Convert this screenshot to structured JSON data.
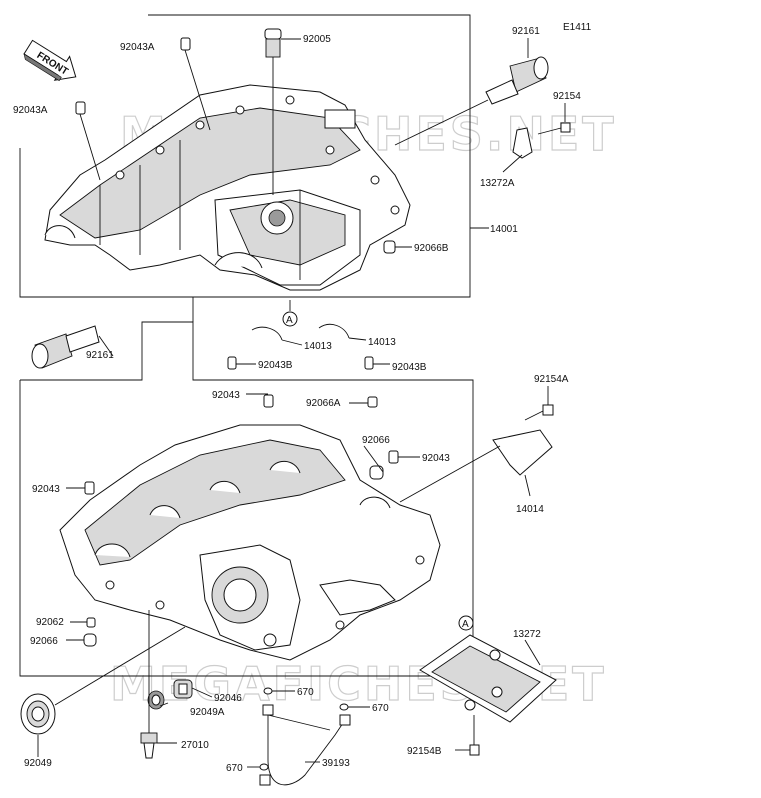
{
  "diagram_code": "E1411",
  "front_label": "FRONT",
  "callout_ref": "A",
  "watermark": "MEGAFICHES.NET",
  "labels": {
    "p92161_top": "92161",
    "p92005": "92005",
    "p92043A_1": "92043A",
    "p92043A_2": "92043A",
    "p92154": "92154",
    "p13272A": "13272A",
    "p14001": "14001",
    "p92066B": "92066B",
    "p14013_1": "14013",
    "p14013_2": "14013",
    "p92043B_1": "92043B",
    "p92043B_2": "92043B",
    "p92161_left": "92161",
    "p92043_1": "92043",
    "p92066A": "92066A",
    "p92154A": "92154A",
    "p92066_1": "92066",
    "p92043_2": "92043",
    "p92043_3": "92043",
    "p14014": "14014",
    "p92062": "92062",
    "p92066_2": "92066",
    "p13272": "13272",
    "p670_1": "670",
    "p670_2": "670",
    "p670_3": "670",
    "p92046": "92046",
    "p92049A": "92049A",
    "p92049": "92049",
    "p27010": "27010",
    "p39193": "39193",
    "p92154B": "92154B"
  }
}
